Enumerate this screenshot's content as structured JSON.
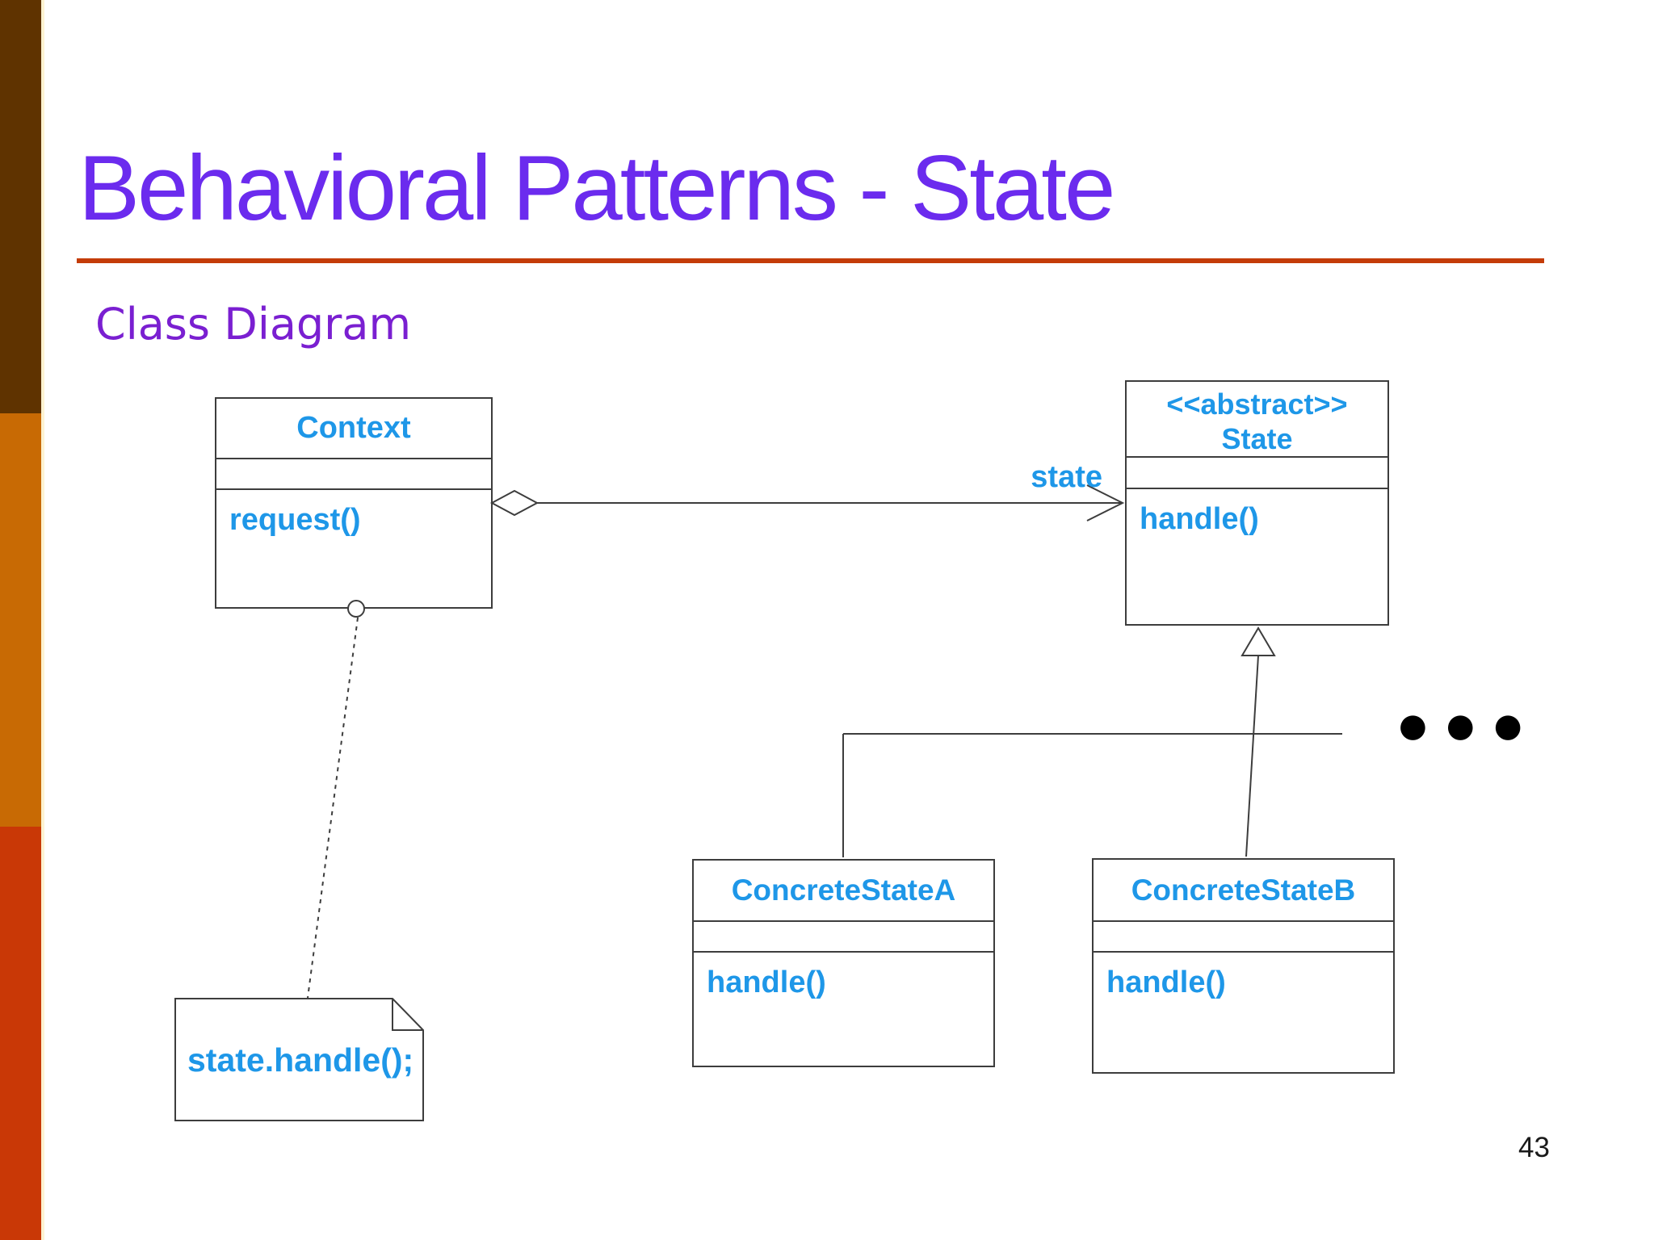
{
  "slide": {
    "title": "Behavioral Patterns - State",
    "subtitle": "Class Diagram",
    "page_number": "43"
  },
  "diagram": {
    "context": {
      "name": "Context",
      "method": "request()"
    },
    "state": {
      "stereotype": "<<abstract>>",
      "name": "State",
      "method": "handle()"
    },
    "concrete_a": {
      "name": "ConcreteStateA",
      "method": "handle()"
    },
    "concrete_b": {
      "name": "ConcreteStateB",
      "method": "handle()"
    },
    "association_label": "state",
    "note_text": "state.handle();",
    "ellipsis": "●●●"
  },
  "colors": {
    "title": "#6b2bee",
    "subtitle": "#7a1fd1",
    "rule": "#c43c08",
    "diagram_text": "#1e97e8",
    "line": "#3d3d3d",
    "sidebar_brown": "#5f3300",
    "sidebar_orange": "#c86a04",
    "sidebar_red": "#c93806",
    "page_number": "#1a1a1a"
  }
}
